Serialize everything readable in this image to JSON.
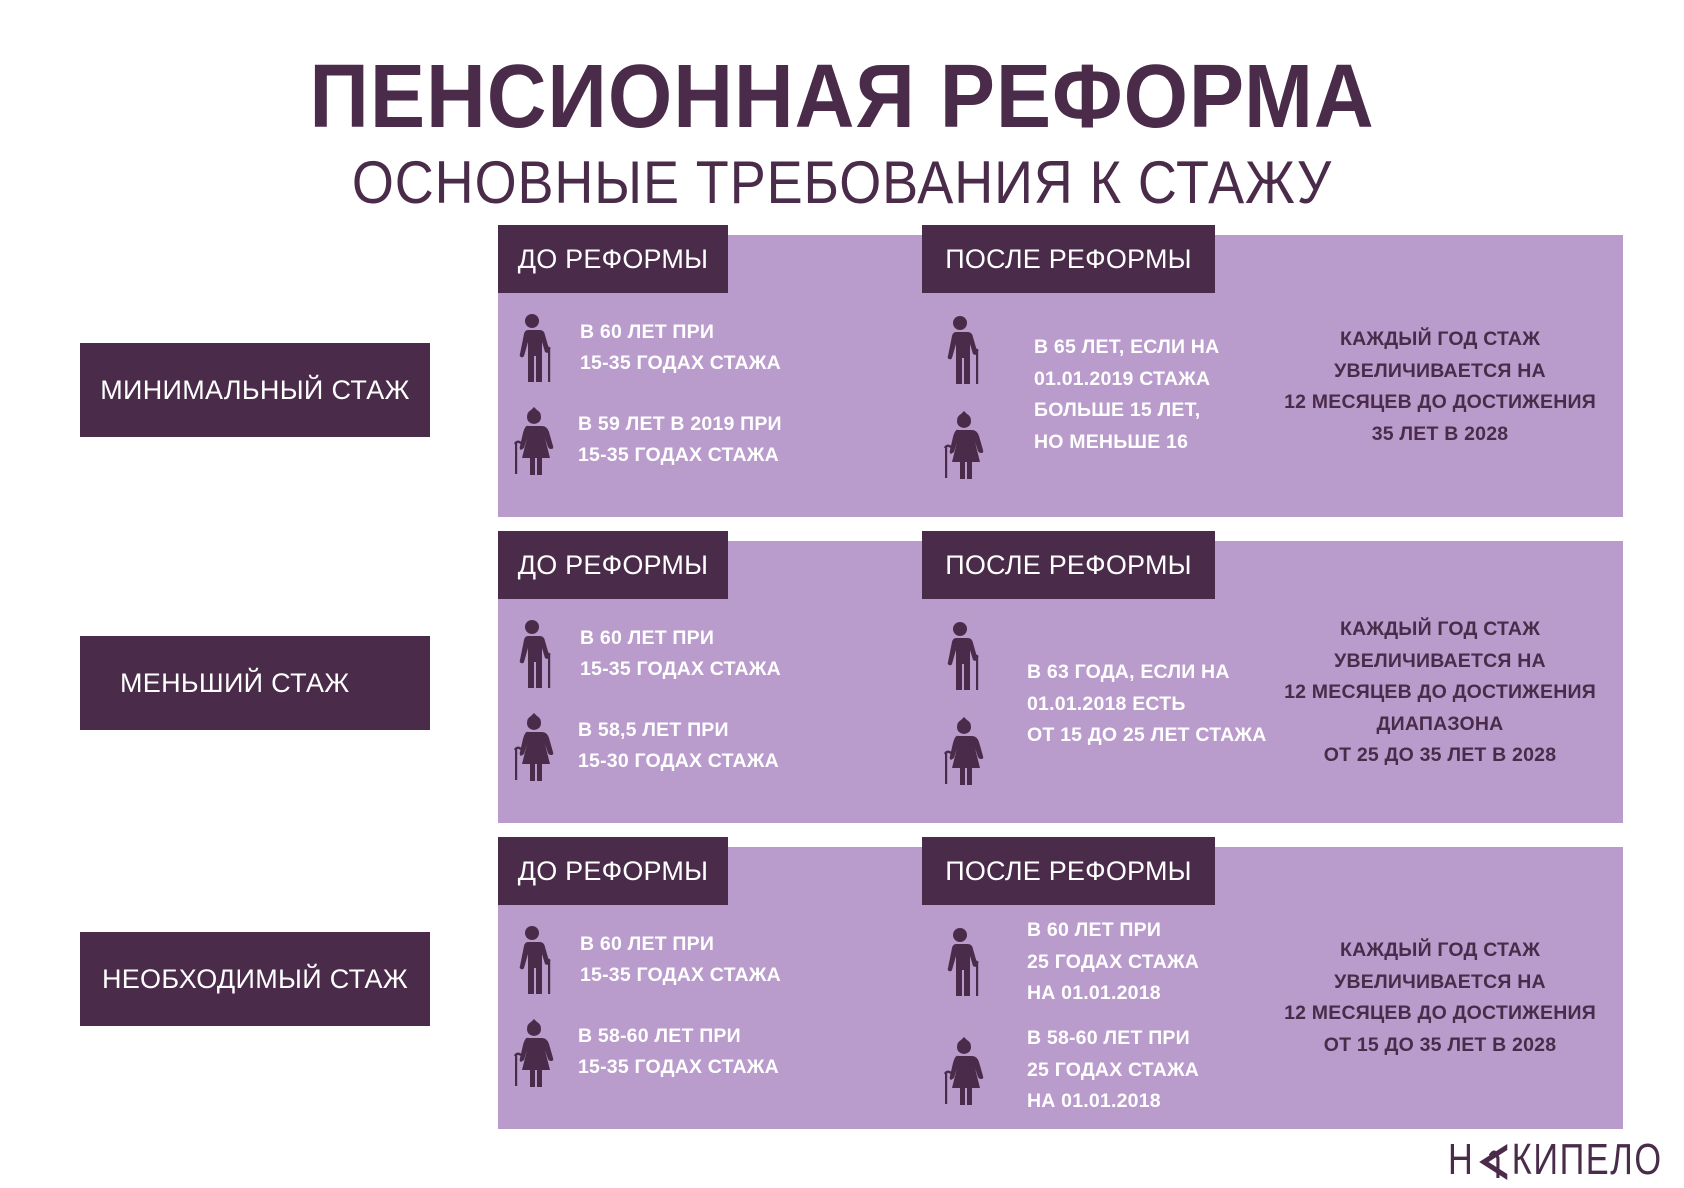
{
  "header": {
    "title": "ПЕНСИОННАЯ РЕФОРМА",
    "subtitle": "ОСНОВНЫЕ ТРЕБОВАНИЯ К СТАЖУ"
  },
  "colors": {
    "dark": "#4a2c4a",
    "panel": "#b99ccc",
    "text_light": "#ffffff",
    "background": "#ffffff"
  },
  "tabs": {
    "before": "ДО РЕФОРМЫ",
    "after": "ПОСЛЕ РЕФОРМЫ"
  },
  "rows": [
    {
      "label": "МИНИМАЛЬНЫЙ СТАЖ",
      "before": {
        "male": "В 60 ЛЕТ ПРИ\n15-35 ГОДАХ СТАЖА",
        "female": "В 59 ЛЕТ В 2019 ПРИ\n15-35 ГОДАХ СТАЖА"
      },
      "after": {
        "text": "В 65 ЛЕТ, ЕСЛИ НА\n01.01.2019 СТАЖА\nБОЛЬШЕ 15 ЛЕТ,\nНО МЕНЬШЕ 16"
      },
      "note": "КАЖДЫЙ ГОД СТАЖ\nУВЕЛИЧИВАЕТСЯ НА\n12 МЕСЯЦЕВ ДО ДОСТИЖЕНИЯ\n35 ЛЕТ В 2028"
    },
    {
      "label": "МЕНЬШИЙ СТАЖ",
      "before": {
        "male": "В 60 ЛЕТ ПРИ\n15-35 ГОДАХ СТАЖА",
        "female": "В 58,5 ЛЕТ ПРИ\n15-30 ГОДАХ СТАЖА"
      },
      "after": {
        "text": "В 63 ГОДА, ЕСЛИ НА\n01.01.2018 ЕСТЬ\nОТ 15 ДО 25 ЛЕТ СТАЖА"
      },
      "note": "КАЖДЫЙ ГОД СТАЖ\nУВЕЛИЧИВАЕТСЯ НА\n12 МЕСЯЦЕВ ДО ДОСТИЖЕНИЯ\nДИАПАЗОНА\nОТ 25 ДО 35 ЛЕТ В 2028"
    },
    {
      "label": "НЕОБХОДИМЫЙ СТАЖ",
      "before": {
        "male": "В 60 ЛЕТ ПРИ\n15-35 ГОДАХ СТАЖА",
        "female": "В 58-60 ЛЕТ ПРИ\n15-35 ГОДАХ СТАЖА"
      },
      "after": {
        "male": "В 60 ЛЕТ ПРИ\n25 ГОДАХ СТАЖА\nНА 01.01.2018",
        "female": "В 58-60 ЛЕТ ПРИ\n25 ГОДАХ СТАЖА\nНА 01.01.2018"
      },
      "note": "КАЖДЫЙ ГОД СТАЖ\nУВЕЛИЧИВАЕТСЯ НА\n12 МЕСЯЦЕВ ДО ДОСТИЖЕНИЯ\nОТ 15 ДО 35 ЛЕТ В 2028"
    }
  ],
  "icons": {
    "male": "elderly-man-with-cane-icon",
    "female": "elderly-woman-with-cane-icon"
  },
  "logo": {
    "prefix": "Н",
    "suffix": "КИПЕЛО",
    "mark": "megaphone-a-icon"
  }
}
